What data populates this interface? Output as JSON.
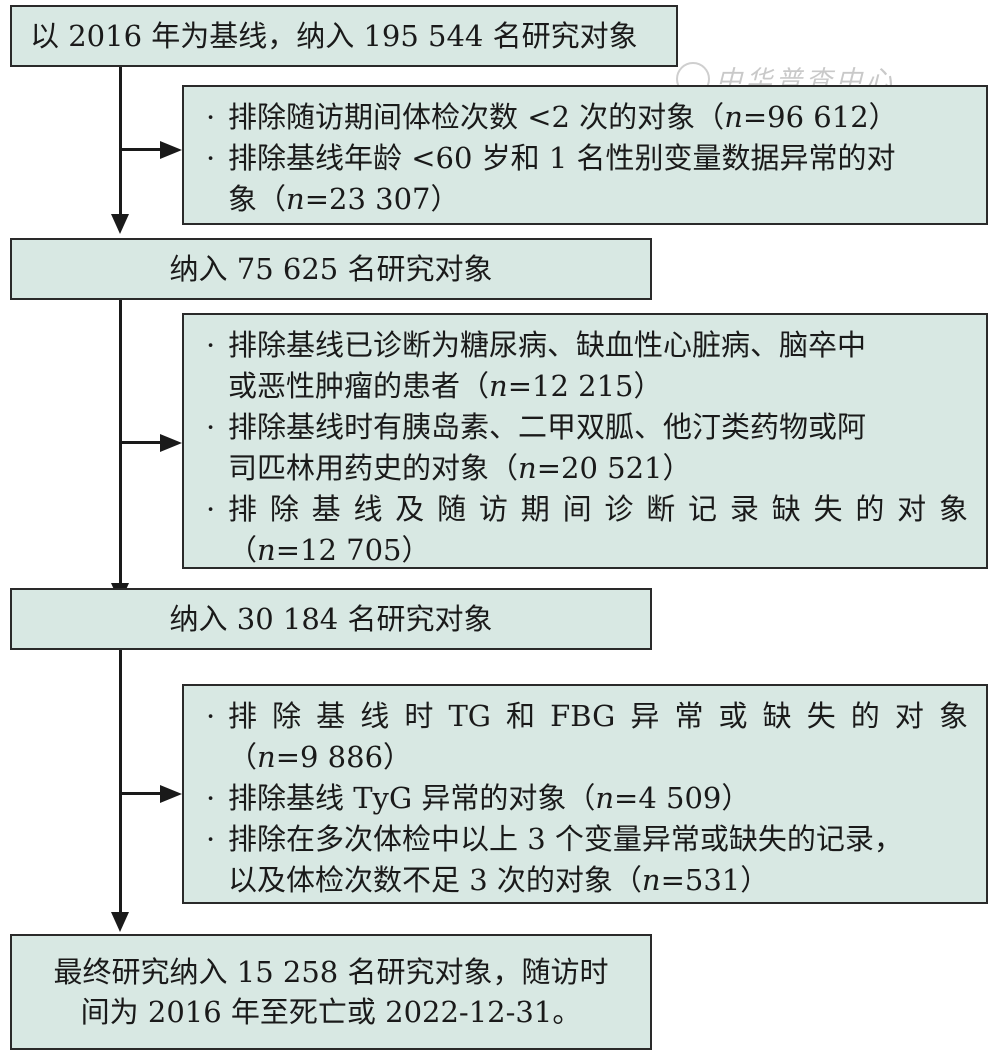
{
  "watermark": "中华普查中心",
  "boxes": {
    "start": "以 2016 年为基线，纳入 195 544 名研究对象",
    "step2": "纳入 75 625 名研究对象",
    "step3": "纳入 30 184 名研究对象",
    "final_line1": "最终研究纳入 15 258 名研究对象，随访时",
    "final_line2": "间为 2016 年至死亡或 2022-12-31。"
  },
  "exclusions1": {
    "a_pre": "排除随访期间体检次数 <2 次的对象（",
    "a_n": "n",
    "a_post": "=96 612）",
    "b_line1": "排除基线年龄 <60 岁和 1 名性别变量数据异常的对",
    "b_pre": "象（",
    "b_n": "n",
    "b_post": "=23 307）"
  },
  "exclusions2": {
    "a_line1": "排除基线已诊断为糖尿病、缺血性心脏病、脑卒中",
    "a_pre": "或恶性肿瘤的患者（",
    "a_n": "n",
    "a_post": "=12 215）",
    "b_line1": "排除基线时有胰岛素、二甲双胍、他汀类药物或阿",
    "b_pre": "司匹林用药史的对象（",
    "b_n": "n",
    "b_post": "=20 521）",
    "c_line1": "排除基线及随访期间诊断记录缺失的对象",
    "c_pre": "（",
    "c_n": "n",
    "c_post": "=12 705）"
  },
  "exclusions3": {
    "a_line1": "排除基线时TG和FBG异常或缺失的对象",
    "a_pre": "（",
    "a_n": "n",
    "a_post": "=9 886）",
    "b_pre": "排除基线 TyG 异常的对象（",
    "b_n": "n",
    "b_post": "=4 509）",
    "c_line1": "排除在多次体检中以上 3 个变量异常或缺失的记录，",
    "c_pre": "以及体检次数不足 3 次的对象（",
    "c_n": "n",
    "c_post": "=531）"
  },
  "bullet": "·"
}
